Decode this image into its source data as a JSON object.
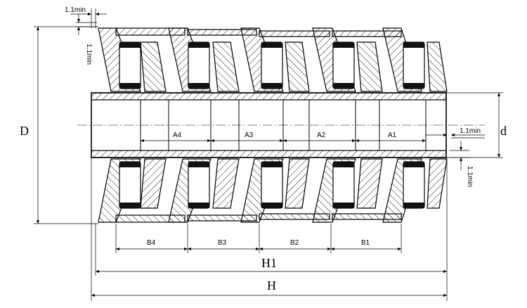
{
  "diagram": {
    "labels": {
      "D": "D",
      "d": "d",
      "H1": "H1",
      "H": "H",
      "min_top_horizontal": "1.1min",
      "min_top_vertical": "1.1min",
      "min_right_horizontal": "1.1min",
      "min_right_vertical": "1.1min"
    },
    "a_dimensions": [
      "A4",
      "A3",
      "A2",
      "A1"
    ],
    "b_dimensions": [
      "B4",
      "B3",
      "B2",
      "B1"
    ]
  }
}
